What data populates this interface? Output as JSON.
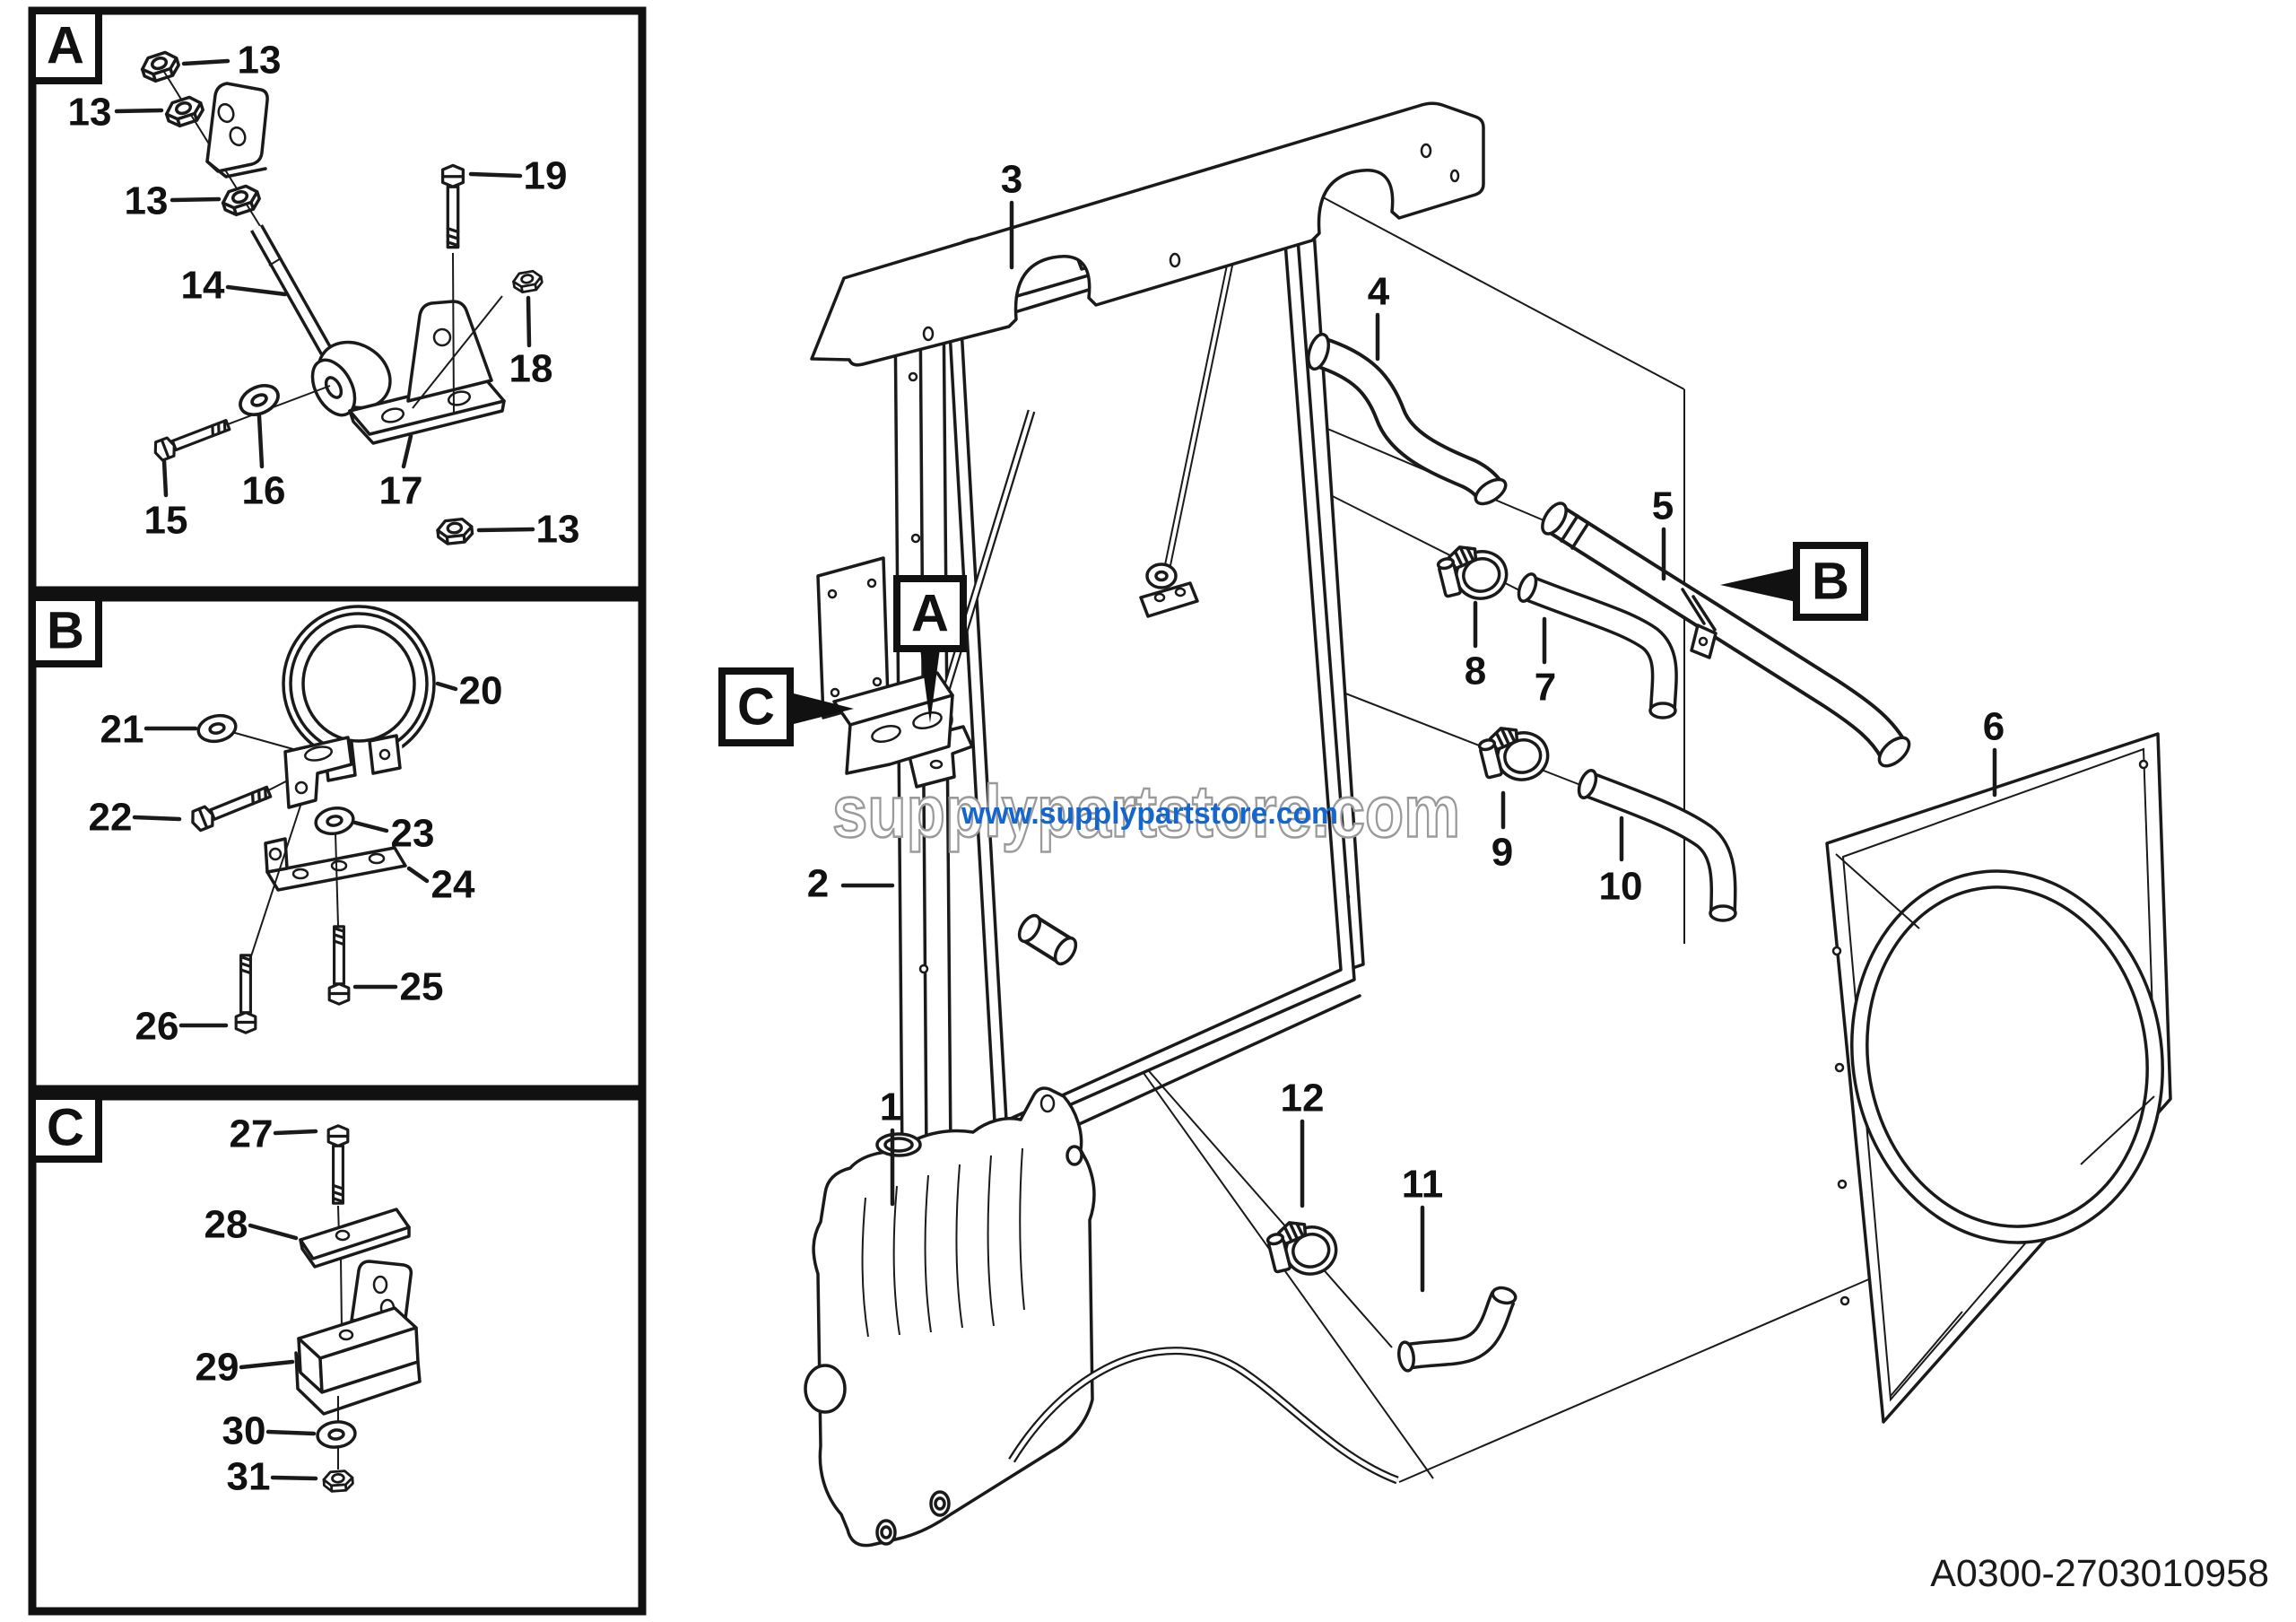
{
  "document": {
    "part_number": "A0300-2703010958"
  },
  "watermark": {
    "brand": "supplypartstore.com",
    "url": "www.supplypartstore.com",
    "brand_color": "#9a9a9a",
    "url_color": "#1565cc"
  },
  "insets": {
    "a": {
      "label": "A",
      "callouts": [
        "13",
        "13",
        "13",
        "14",
        "15",
        "16",
        "17",
        "18",
        "19",
        "13"
      ]
    },
    "b": {
      "label": "B",
      "callouts": [
        "20",
        "21",
        "22",
        "23",
        "24",
        "25",
        "26"
      ]
    },
    "c": {
      "label": "C",
      "callouts": [
        "27",
        "28",
        "29",
        "30",
        "31"
      ]
    }
  },
  "main": {
    "callouts": [
      "1",
      "2",
      "3",
      "4",
      "5",
      "6",
      "7",
      "8",
      "9",
      "10",
      "11",
      "12"
    ],
    "refs": {
      "a": "A",
      "b": "B",
      "c": "C"
    }
  }
}
